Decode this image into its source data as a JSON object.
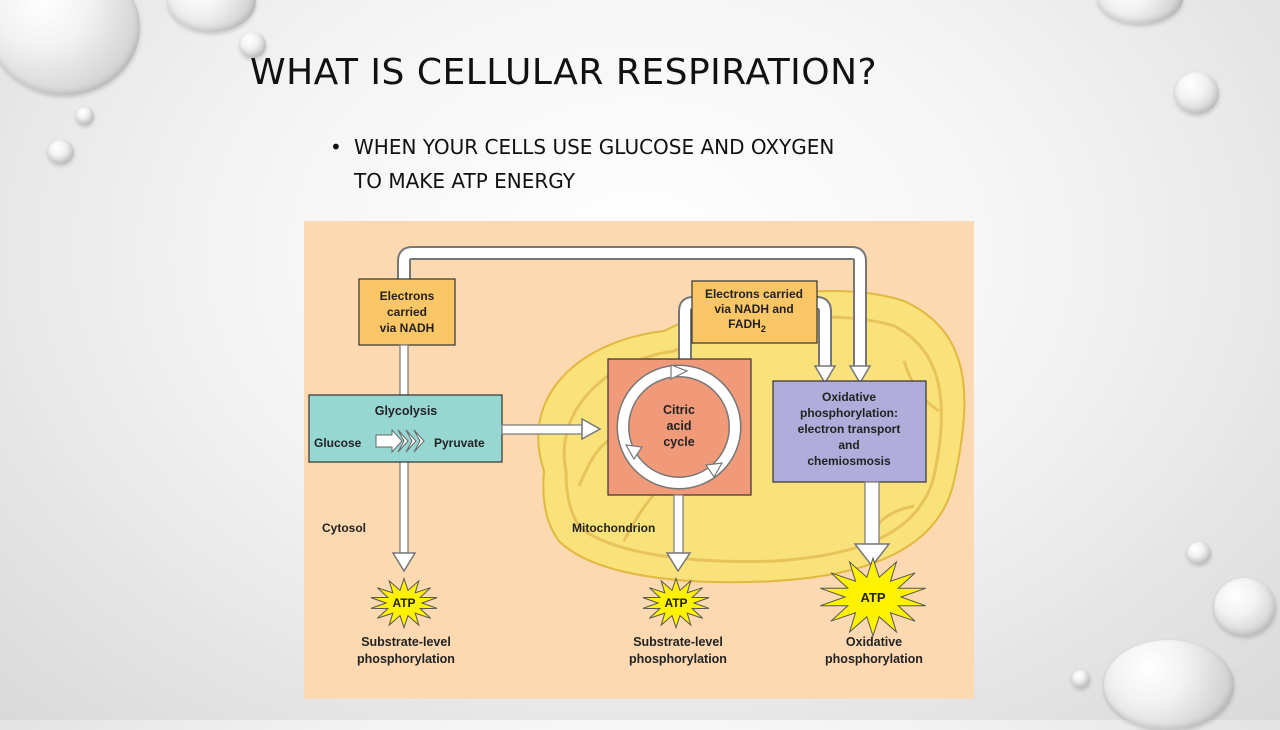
{
  "slide": {
    "title": "WHAT IS CELLULAR RESPIRATION?",
    "bullet_line1": "WHEN YOUR CELLS USE GLUCOSE AND OXYGEN",
    "bullet_line2": "TO MAKE ATP ENERGY"
  },
  "diagram": {
    "nadh_box": [
      "Electrons",
      "carried",
      "via NADH"
    ],
    "nadh_fadh_box": [
      "Electrons carried",
      "via NADH and",
      "FADH"
    ],
    "fadh_subscript": "2",
    "glycolysis_title": "Glycolysis",
    "glucose": "Glucose",
    "pyruvate": "Pyruvate",
    "citric": [
      "Citric",
      "acid",
      "cycle"
    ],
    "oxidative_box": [
      "Oxidative",
      "phosphorylation:",
      "electron transport",
      "and",
      "chemiosmosis"
    ],
    "cytosol": "Cytosol",
    "mitochondrion": "Mitochondrion",
    "atp": "ATP",
    "substrate_label": [
      "Substrate-level",
      "phosphorylation"
    ],
    "oxidative_label": [
      "Oxidative",
      "phosphorylation"
    ],
    "colors": {
      "background": "#fcd9b1",
      "mito": "#f9e27a",
      "electron_box": "#fbc766",
      "glycolysis_box": "#97d7d2",
      "citric_box": "#f09a79",
      "oxidative_box": "#b0addb",
      "atp_star": "#fff200"
    }
  }
}
